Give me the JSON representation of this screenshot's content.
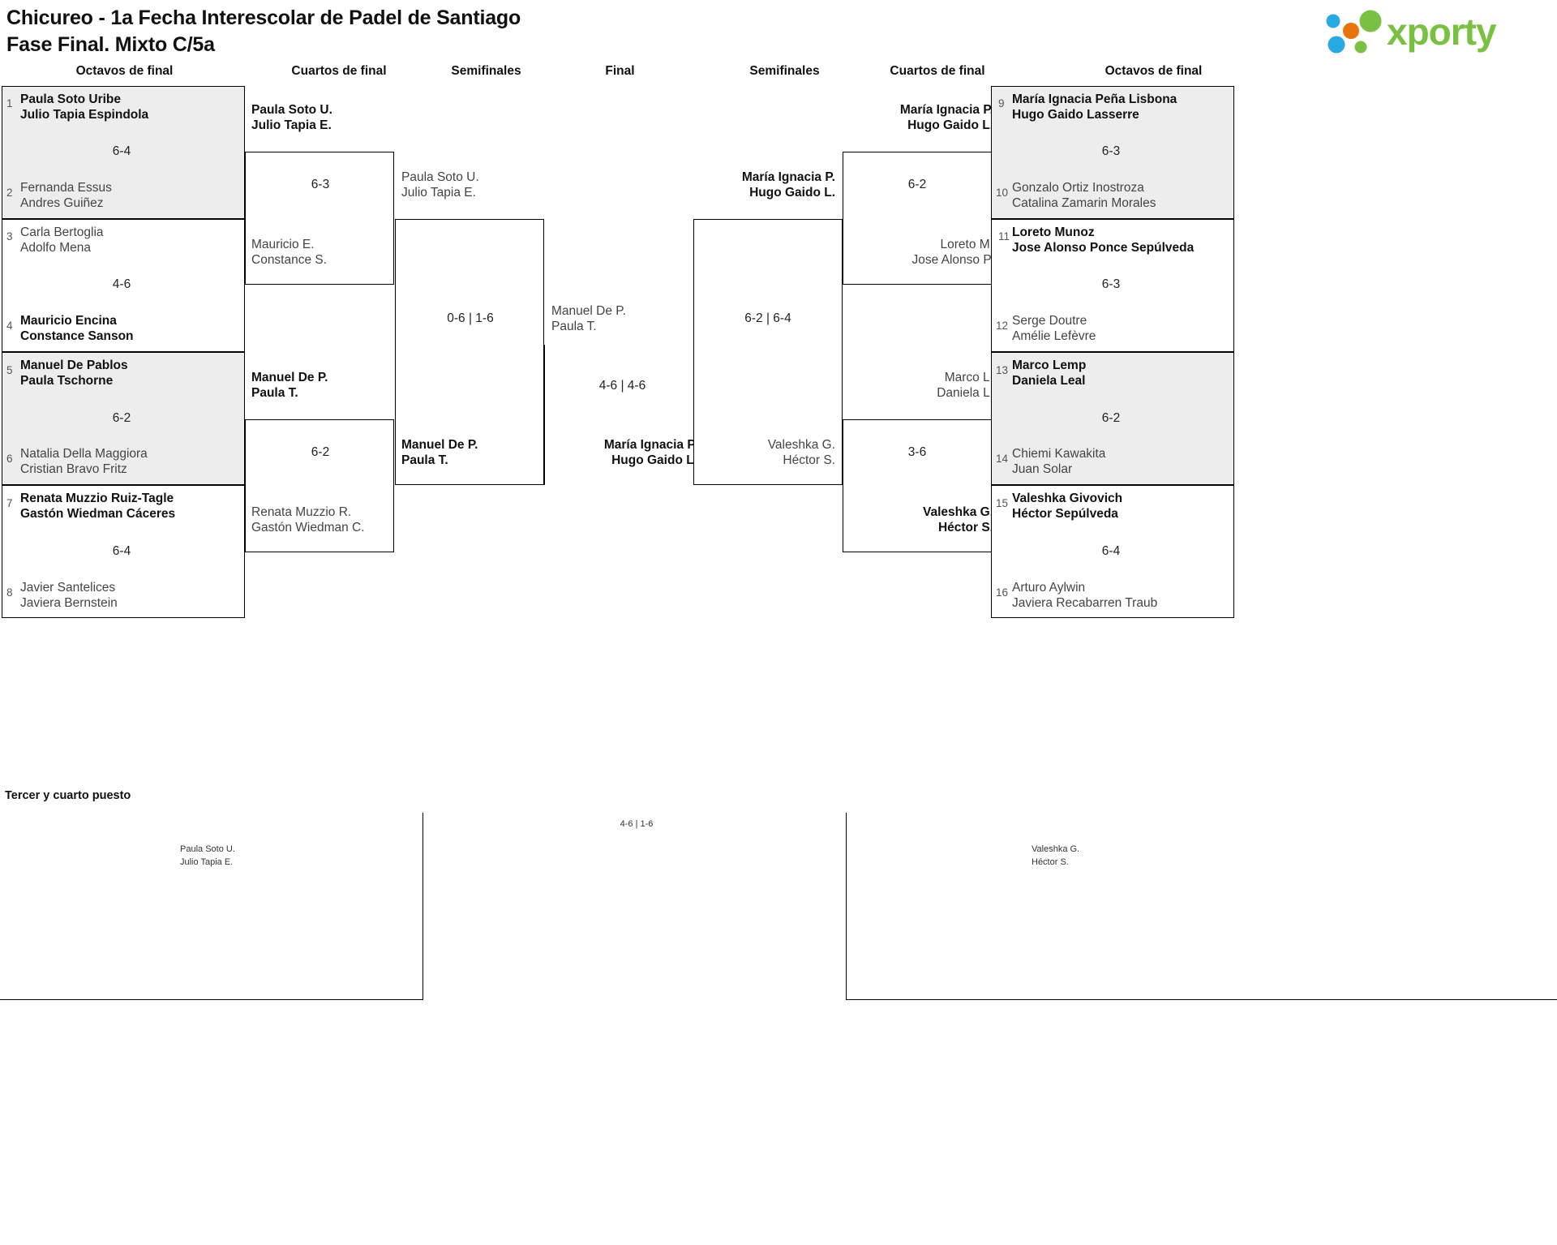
{
  "header": {
    "title_line1": "Chicureo - 1a Fecha Interescolar de Padel de Santiago",
    "title_line2": "Fase Final. Mixto C/5a",
    "logo_text": "xporty",
    "logo_colors": {
      "green": "#7ac143",
      "blue": "#29a9e1",
      "orange": "#e8740c"
    }
  },
  "columns": [
    {
      "label": "Octavos de final"
    },
    {
      "label": "Cuartos de final"
    },
    {
      "label": "Semifinales"
    },
    {
      "label": "Final"
    },
    {
      "label": "Semifinales"
    },
    {
      "label": "Cuartos de final"
    },
    {
      "label": "Octavos de final"
    }
  ],
  "left": {
    "r16": [
      {
        "seed": "1",
        "p1": "Paula Soto Uribe",
        "p2": "Julio Tapia Espindola",
        "winner": true,
        "score": "6-4"
      },
      {
        "seed": "2",
        "p1": "Fernanda Essus",
        "p2": "Andres Guiñez",
        "winner": false
      },
      {
        "seed": "3",
        "p1": "Carla Bertoglia",
        "p2": "Adolfo Mena",
        "winner": false,
        "score": "4-6"
      },
      {
        "seed": "4",
        "p1": "Mauricio Encina",
        "p2": "Constance Sanson",
        "winner": true
      },
      {
        "seed": "5",
        "p1": "Manuel De Pablos",
        "p2": "Paula Tschorne",
        "winner": true,
        "score": "6-2"
      },
      {
        "seed": "6",
        "p1": "Natalia Della Maggiora",
        "p2": "Cristian Bravo Fritz",
        "winner": false
      },
      {
        "seed": "7",
        "p1": "Renata Muzzio Ruiz-Tagle",
        "p2": "Gastón Wiedman Cáceres",
        "winner": true,
        "score": "6-4"
      },
      {
        "seed": "8",
        "p1": "Javier Santelices",
        "p2": "Javiera Bernstein",
        "winner": false
      }
    ],
    "qf": [
      {
        "p1": "Paula Soto U.",
        "p2": "Julio Tapia E.",
        "winner": true,
        "score": "6-3"
      },
      {
        "p1": "Mauricio E.",
        "p2": "Constance S.",
        "winner": false
      },
      {
        "p1": "Manuel De P.",
        "p2": "Paula T.",
        "winner": true,
        "score": "6-2"
      },
      {
        "p1": "Renata Muzzio R.",
        "p2": "Gastón Wiedman C.",
        "winner": false
      }
    ],
    "sf": [
      {
        "p1": "Paula Soto U.",
        "p2": "Julio Tapia E.",
        "winner": false,
        "score": "0-6 | 1-6"
      },
      {
        "p1": "Manuel De P.",
        "p2": "Paula T.",
        "winner": true
      }
    ]
  },
  "final": {
    "top": {
      "p1": "Manuel De P.",
      "p2": "Paula T.",
      "winner": false,
      "score": "4-6 | 4-6"
    },
    "bottom": {
      "p1": "María Ignacia P.",
      "p2": "Hugo Gaido L.",
      "winner": true
    }
  },
  "right": {
    "sf": [
      {
        "p1": "María Ignacia P.",
        "p2": "Hugo Gaido L.",
        "winner": true,
        "score": "6-2 | 6-4"
      },
      {
        "p1": "Valeshka G.",
        "p2": "Héctor S.",
        "winner": false
      }
    ],
    "qf": [
      {
        "p1": "María Ignacia P.",
        "p2": "Hugo Gaido L.",
        "winner": true,
        "score": "6-2"
      },
      {
        "p1": "Loreto M.",
        "p2": "Jose Alonso P.",
        "winner": false
      },
      {
        "p1": "Marco L.",
        "p2": "Daniela L.",
        "winner": false,
        "score": "3-6"
      },
      {
        "p1": "Valeshka G.",
        "p2": "Héctor S.",
        "winner": true
      }
    ],
    "r16": [
      {
        "seed": "9",
        "p1": "María Ignacia Peña Lisbona",
        "p2": "Hugo Gaido Lasserre",
        "winner": true,
        "score": "6-3"
      },
      {
        "seed": "10",
        "p1": "Gonzalo Ortiz Inostroza",
        "p2": "Catalina Zamarin Morales",
        "winner": false
      },
      {
        "seed": "11",
        "p1": "Loreto Munoz",
        "p2": "Jose Alonso Ponce Sepúlveda",
        "winner": true,
        "score": "6-3"
      },
      {
        "seed": "12",
        "p1": "Serge Doutre",
        "p2": "Amélie Lefèvre",
        "winner": false
      },
      {
        "seed": "13",
        "p1": "Marco Lemp",
        "p2": "Daniela Leal",
        "winner": true,
        "score": "6-2"
      },
      {
        "seed": "14",
        "p1": "Chiemi Kawakita",
        "p2": "Juan Solar",
        "winner": false
      },
      {
        "seed": "15",
        "p1": "Valeshka Givovich",
        "p2": "Héctor Sepúlveda",
        "winner": true,
        "score": "6-4"
      },
      {
        "seed": "16",
        "p1": "Arturo Aylwin",
        "p2": "Javiera Recabarren Traub",
        "winner": false
      }
    ]
  },
  "third_place": {
    "label": "Tercer y cuarto puesto",
    "left": {
      "p1": "Paula Soto U.",
      "p2": "Julio Tapia E."
    },
    "right": {
      "p1": "Valeshka G.",
      "p2": "Héctor S."
    },
    "score": "4-6 | 1-6"
  }
}
